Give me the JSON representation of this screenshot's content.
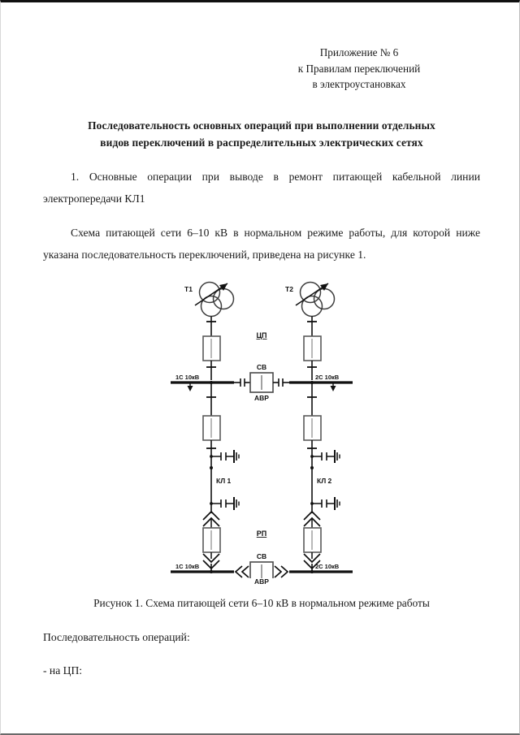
{
  "document": {
    "header_lines": [
      "Приложение № 6",
      "к Правилам переключений",
      "в электроустановках"
    ],
    "title_lines": [
      "Последовательность основных операций при выполнении отдельных",
      "видов переключений в распределительных электрических сетях"
    ],
    "paragraphs": [
      "1. Основные операции при выводе в ремонт питающей кабельной линии электропередачи КЛ1",
      "Схема питающей сети 6–10 кВ  в нормальном режиме работы, для которой ниже указана последовательность переключений, приведена на рисунке 1."
    ],
    "figure_caption": "Рисунок 1. Схема питающей сети 6–10 кВ в нормальном режиме работы",
    "tail_lines": [
      "Последовательность операций:",
      "- на ЦП:"
    ]
  },
  "diagram": {
    "title": "Схема питающей сети 6–10 кВ в нормальном режиме работы",
    "substations": {
      "supply_center_label": "ЦП",
      "distribution_point_label": "РП"
    },
    "transformers": [
      {
        "name": "T1",
        "label": "T1"
      },
      {
        "name": "T2",
        "label": "T2"
      }
    ],
    "buses": {
      "cp_left": "1С 10кВ",
      "cp_right": "2С 10кВ",
      "rp_left": "1С 10кВ",
      "rp_right": "2С 10кВ"
    },
    "tie_breakers": [
      {
        "position": "cp",
        "label_top": "СВ",
        "label_bottom": "АВР"
      },
      {
        "position": "rp",
        "label_top": "СВ",
        "label_bottom": "АВР"
      }
    ],
    "cable_lines": [
      {
        "name": "KL1",
        "label": "КЛ 1"
      },
      {
        "name": "KL2",
        "label": "КЛ 2"
      }
    ],
    "colors": {
      "line": "#111111",
      "bus": "#111111",
      "device_outline": "#555555",
      "background": "#ffffff"
    }
  }
}
